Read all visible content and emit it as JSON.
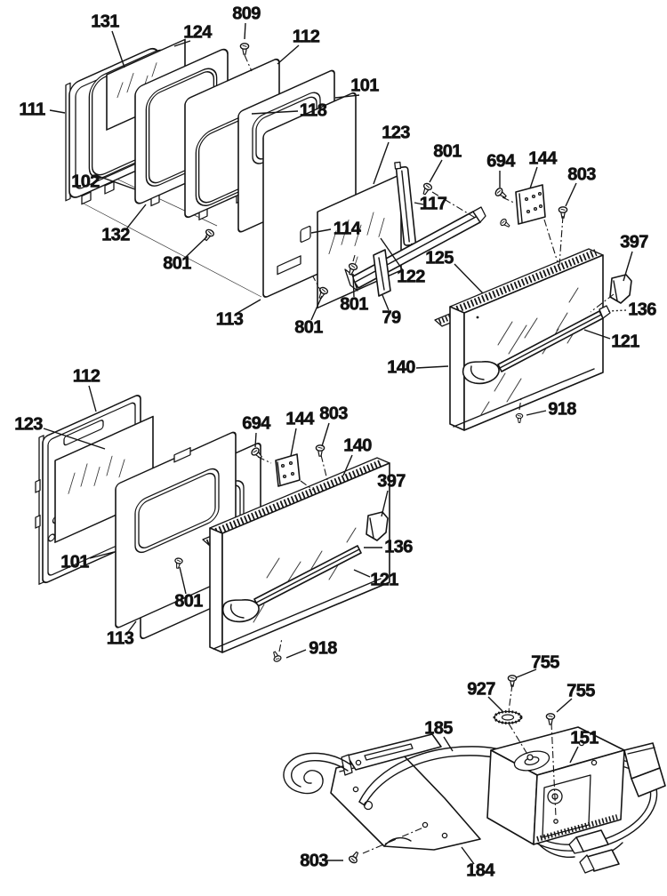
{
  "diagram": {
    "colors": {
      "background": "#ffffff",
      "line": "#141414",
      "label": "#121212"
    },
    "callouts": [
      {
        "text": "131"
      },
      {
        "text": "124"
      },
      {
        "text": "809"
      },
      {
        "text": "112"
      },
      {
        "text": "111"
      },
      {
        "text": "101"
      },
      {
        "text": "118"
      },
      {
        "text": "102"
      },
      {
        "text": "123"
      },
      {
        "text": "801"
      },
      {
        "text": "694"
      },
      {
        "text": "144"
      },
      {
        "text": "803"
      },
      {
        "text": "117"
      },
      {
        "text": "132"
      },
      {
        "text": "801"
      },
      {
        "text": "113"
      },
      {
        "text": "801"
      },
      {
        "text": "801"
      },
      {
        "text": "79"
      },
      {
        "text": "122"
      },
      {
        "text": "114"
      },
      {
        "text": "125"
      },
      {
        "text": "397"
      },
      {
        "text": "136"
      },
      {
        "text": "121"
      },
      {
        "text": "140"
      },
      {
        "text": "918"
      },
      {
        "text": "112"
      },
      {
        "text": "123"
      },
      {
        "text": "694"
      },
      {
        "text": "144"
      },
      {
        "text": "803"
      },
      {
        "text": "140"
      },
      {
        "text": "397"
      },
      {
        "text": "136"
      },
      {
        "text": "121"
      },
      {
        "text": "101"
      },
      {
        "text": "801"
      },
      {
        "text": "113"
      },
      {
        "text": "918"
      },
      {
        "text": "755"
      },
      {
        "text": "927"
      },
      {
        "text": "755"
      },
      {
        "text": "185"
      },
      {
        "text": "151"
      },
      {
        "text": "803"
      },
      {
        "text": "184"
      }
    ]
  }
}
